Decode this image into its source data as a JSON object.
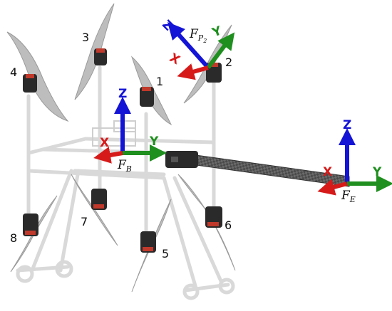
{
  "motors": [
    {
      "label": "1"
    },
    {
      "label": "2"
    },
    {
      "label": "3"
    },
    {
      "label": "4"
    },
    {
      "label": "5"
    },
    {
      "label": "6"
    },
    {
      "label": "7"
    },
    {
      "label": "8"
    }
  ],
  "frames": {
    "base": {
      "letter": "F",
      "sub": "B",
      "axes": {
        "x": "X",
        "y": "Y",
        "z": "Z"
      }
    },
    "propeller": {
      "letter": "F",
      "sub": "P",
      "sub2": "2",
      "axes": {
        "x": "X",
        "y": "Y",
        "z": "Z"
      }
    },
    "end_effector": {
      "letter": "F",
      "sub": "E",
      "axes": {
        "x": "X",
        "y": "Y",
        "z": "Z"
      }
    }
  },
  "colors": {
    "axis_x": "#d61a1a",
    "axis_y": "#1f8f1f",
    "axis_z": "#1414d6",
    "frame_structure": "#d9d9d9",
    "propeller": "#bdbdbd",
    "motor_body": "#2a2a2a",
    "motor_accent": "#c0392b",
    "arm_rod": "#555555"
  }
}
